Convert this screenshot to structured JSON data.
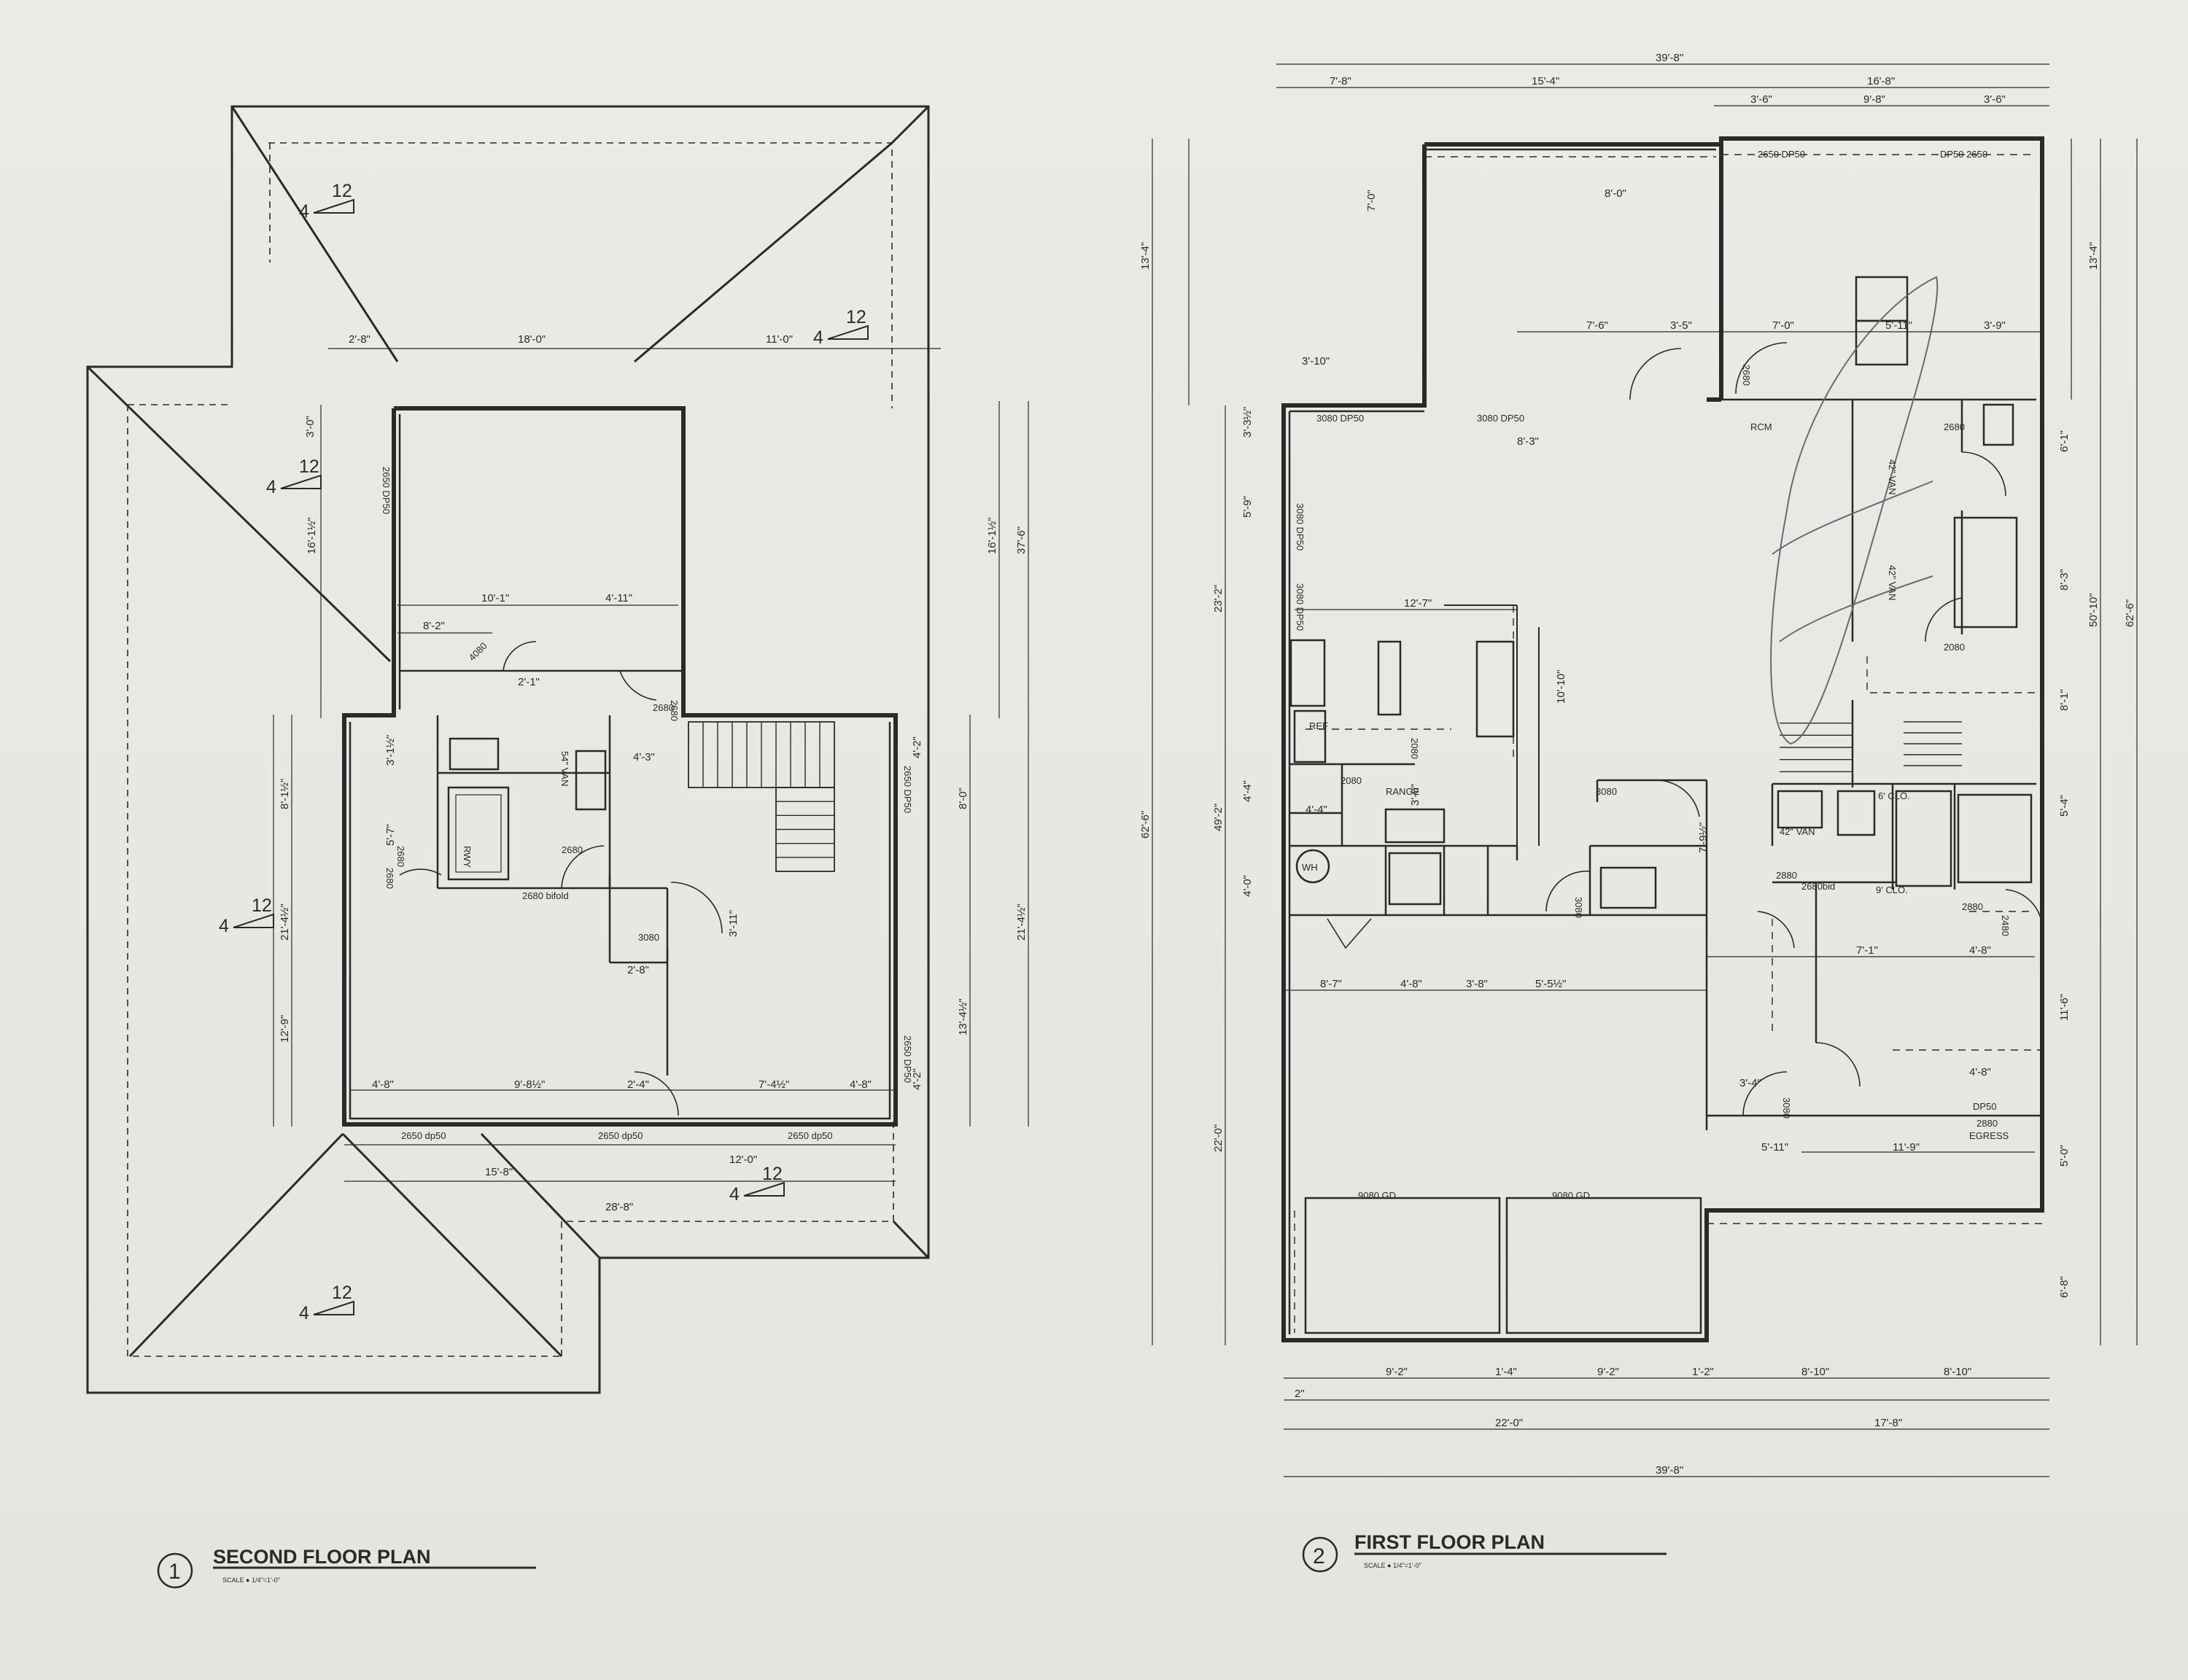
{
  "colors": {
    "paper": "#e9e8e3",
    "ink": "#2b2a28",
    "pencil": "#6a6a70"
  },
  "plans": [
    {
      "number": "1",
      "title": "SECOND FLOOR PLAN",
      "scale": "SCALE ● 1/4\"=1'-0\""
    },
    {
      "number": "2",
      "title": "FIRST FLOOR PLAN",
      "scale": "SCALE ● 1/4\"=1'-0\""
    }
  ],
  "pitch": {
    "rise": "12",
    "run": "4"
  },
  "second_floor": {
    "dims": [
      "2'-8\"",
      "18'-0\"",
      "11'-0\"",
      "3'-0\"",
      "16'-1½\"",
      "16'-1½\"",
      "37'-6\"",
      "10'-1\"",
      "4'-11\"",
      "8'-2\"",
      "2'-1\"",
      "3'-1½\"",
      "4'-3\"",
      "4'-2\"",
      "8'-0\"",
      "8'-1½\"",
      "5'-7\"",
      "21'-4½\"",
      "21'-4½\"",
      "3'-11\"",
      "2'-8\"",
      "13'-4½\"",
      "12'-9\"",
      "4'-8\"",
      "9'-8½\"",
      "2'-4\"",
      "7'-4½\"",
      "4'-8\"",
      "4'-2\"",
      "15'-8\"",
      "12'-0\"",
      "28'-8\""
    ],
    "labels": [
      "2650 DP50",
      "4080",
      "2680",
      "54\" VAN",
      "2680",
      "2680",
      "2650 DP50",
      "2680",
      "3080",
      "2680 bifold",
      "2650 dp50",
      "2650 dp50",
      "2650 dp50",
      "2650 DP50",
      "RWY",
      "2680"
    ]
  },
  "first_floor": {
    "dims": [
      "39'-8\"",
      "7'-8\"",
      "15'-4\"",
      "16'-8\"",
      "3'-6\"",
      "9'-8\"",
      "3'-6\"",
      "13'-4\"",
      "13'-4\"",
      "7'-0\"",
      "8'-0\"",
      "7'-6\"",
      "3'-5\"",
      "7'-0\"",
      "5'-11\"",
      "3'-9\"",
      "3'-10\"",
      "3'-3½\"",
      "8'-3\"",
      "5'-9\"",
      "23'-2\"",
      "12'-7\"",
      "10'-10\"",
      "6'-1\"",
      "8'-3\"",
      "8'-1\"",
      "50'-10\"",
      "62'-6\"",
      "62'-6\"",
      "49'-2\"",
      "4'-4\"",
      "4'-4\"",
      "4'-0\"",
      "3'-0\"",
      "5'-4\"",
      "7'-9½\"",
      "8'-7\"",
      "4'-8\"",
      "3'-8\"",
      "5'-5½\"",
      "7'-1\"",
      "4'-8\"",
      "11'-6\"",
      "22'-0\"",
      "3'-4\"",
      "4'-8\"",
      "5'-11\"",
      "11'-9\"",
      "5'-0\"",
      "6'-8\"",
      "9'-2\"",
      "1'-4\"",
      "9'-2\"",
      "1'-2\"",
      "8'-10\"",
      "8'-10\"",
      "2\"",
      "22'-0\"",
      "17'-8\"",
      "39'-8\""
    ],
    "labels": [
      "2650 DP50",
      "DP50 2650",
      "3080 DP50",
      "3080 DP50",
      "3080 DP50",
      "3080 DP50",
      "2680",
      "3080",
      "2080",
      "2080",
      "RANGE",
      "WH",
      "42\" VAN",
      "42\" VAN",
      "2680",
      "2080",
      "2880",
      "6' CLO.",
      "42\" VAN",
      "9' CLO.",
      "2880",
      "2680bid",
      "2480",
      "DP50",
      "2880",
      "EGRESS",
      "3080",
      "3080",
      "9080 GD",
      "9080 GD",
      "RCM",
      "REF"
    ]
  }
}
